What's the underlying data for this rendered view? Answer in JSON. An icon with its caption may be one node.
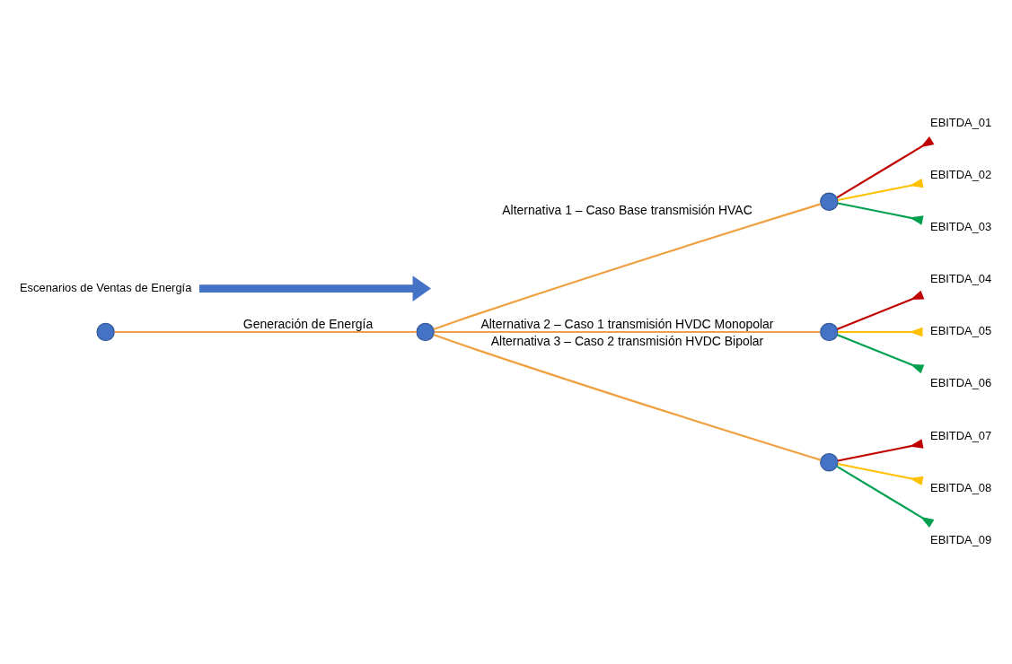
{
  "diagram": {
    "nodes": [
      {
        "text": [],
        "shape": "circle"
      },
      {
        "text": [],
        "shape": "circle"
      },
      {
        "text": [],
        "shape": "circle"
      },
      {
        "text": [],
        "shape": "circle"
      },
      {
        "text": [],
        "shape": "circle"
      },
      {
        "text": [
          "EBITDA_01"
        ]
      },
      {
        "text": [
          "EBITDA_02"
        ]
      },
      {
        "text": [
          "EBITDA_03"
        ]
      },
      {
        "text": [
          "EBITDA_04"
        ]
      },
      {
        "text": [
          "EBITDA_05"
        ]
      },
      {
        "text": [
          "EBITDA_06"
        ]
      },
      {
        "text": [
          "EBITDA_07"
        ]
      },
      {
        "text": [
          "EBITDA_08"
        ]
      },
      {
        "text": [
          "EBITDA_09"
        ]
      },
      {
        "text": [
          "Escenarios de Ventas de Energía"
        ]
      }
    ],
    "edges": [
      {
        "from": 0,
        "to": 1,
        "arrow": "none",
        "label": "Generación de Energía"
      },
      {
        "from": 1,
        "to": 2,
        "arrow": "none",
        "label": "Alternativa 1 – Caso Base transmisión HVAC"
      },
      {
        "from": 1,
        "to": 3,
        "arrow": "none",
        "label": "Alternativa 2 – Caso 1 transmisión HVDC Monopolar"
      },
      {
        "from": 1,
        "to": 4,
        "arrow": "none",
        "label": "Alternativa 3 – Caso 2 transmisión HVDC Bipolar"
      },
      {
        "from": 2,
        "to": 5,
        "arrow": "other",
        "color": "#c00000"
      },
      {
        "from": 2,
        "to": 6,
        "arrow": "other",
        "color": "#ffc000"
      },
      {
        "from": 2,
        "to": 7,
        "arrow": "other",
        "color": "#00a050"
      },
      {
        "from": 3,
        "to": 8,
        "arrow": "other",
        "color": "#c00000"
      },
      {
        "from": 3,
        "to": 9,
        "arrow": "other",
        "color": "#ffc000"
      },
      {
        "from": 3,
        "to": 10,
        "arrow": "other",
        "color": "#00a050"
      },
      {
        "from": 4,
        "to": 11,
        "arrow": "other",
        "color": "#c00000"
      },
      {
        "from": 4,
        "to": 12,
        "arrow": "other",
        "color": "#ffc000"
      },
      {
        "from": 4,
        "to": 13,
        "arrow": "other",
        "color": "#00a050"
      },
      {
        "from": 14,
        "to": null,
        "arrow": "to",
        "style": "thick",
        "color": "#4472c4"
      }
    ]
  }
}
